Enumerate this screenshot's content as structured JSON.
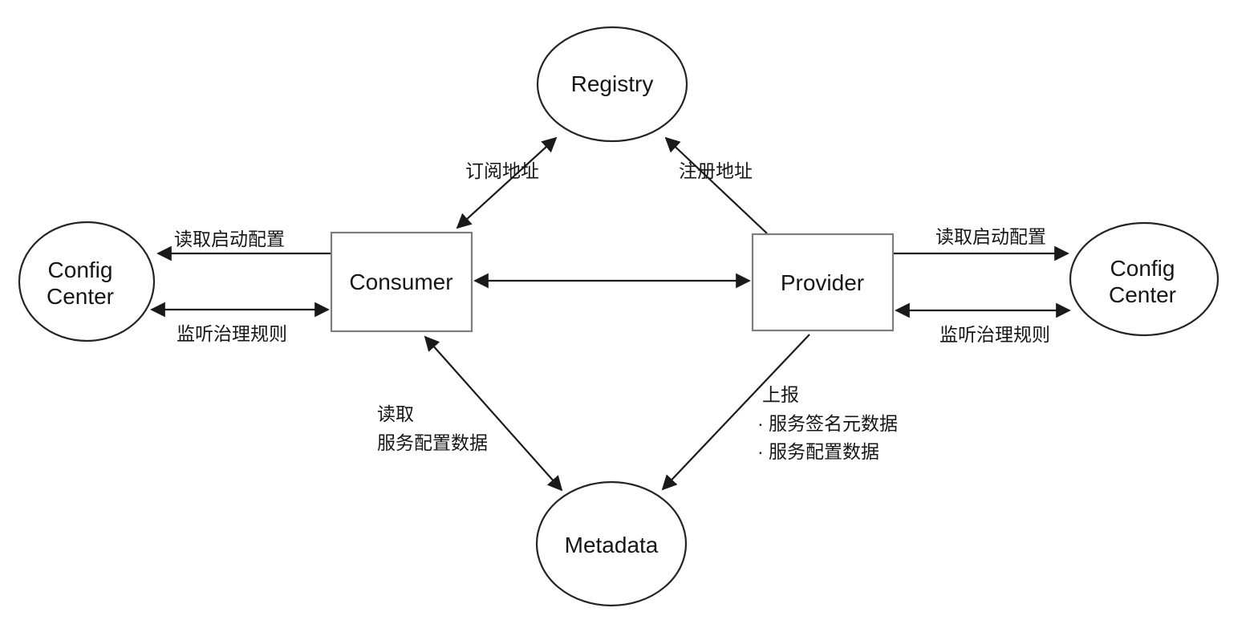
{
  "diagram": {
    "type": "architecture-diagram",
    "background": "#ffffff",
    "colors": {
      "line": "#1a1a1a",
      "ellipse_border": "#242424",
      "rect_border": "#7d7d7d",
      "text": "#161616"
    },
    "nodes": {
      "registry": {
        "label": "Registry",
        "shape": "ellipse"
      },
      "consumer": {
        "label": "Consumer",
        "shape": "rect"
      },
      "provider": {
        "label": "Provider",
        "shape": "rect"
      },
      "config_center_left": {
        "label": "Config Center",
        "lines": [
          "Config",
          "Center"
        ],
        "shape": "ellipse"
      },
      "config_center_right": {
        "label": "Config Center",
        "lines": [
          "Config",
          "Center"
        ],
        "shape": "ellipse"
      },
      "metadata": {
        "label": "Metadata",
        "shape": "ellipse"
      }
    },
    "edges": {
      "consumer_registry": {
        "from": "Consumer",
        "to": "Registry",
        "direction": "both",
        "label": "订阅地址"
      },
      "provider_registry": {
        "from": "Provider",
        "to": "Registry",
        "direction": "single",
        "label": "注册地址"
      },
      "consumer_provider": {
        "from": "Consumer",
        "to": "Provider",
        "direction": "both",
        "label": ""
      },
      "consumer_configcenter_top": {
        "from": "Consumer",
        "to": "Config Center",
        "direction": "single",
        "label": "读取启动配置"
      },
      "consumer_configcenter_bottom": {
        "from": "Consumer",
        "to": "Config Center",
        "direction": "both",
        "label": "监听治理规则"
      },
      "provider_configcenter_top": {
        "from": "Provider",
        "to": "Config Center",
        "direction": "single",
        "label": "读取启动配置"
      },
      "provider_configcenter_bottom": {
        "from": "Provider",
        "to": "Config Center",
        "direction": "both",
        "label": "监听治理规则"
      },
      "consumer_metadata": {
        "from": "Consumer",
        "to": "Metadata",
        "direction": "both",
        "label_lines": [
          "读取",
          "服务配置数据"
        ]
      },
      "provider_metadata": {
        "from": "Provider",
        "to": "Metadata",
        "direction": "single",
        "label_lines": [
          "上报",
          "· 服务签名元数据",
          "· 服务配置数据"
        ]
      }
    }
  }
}
